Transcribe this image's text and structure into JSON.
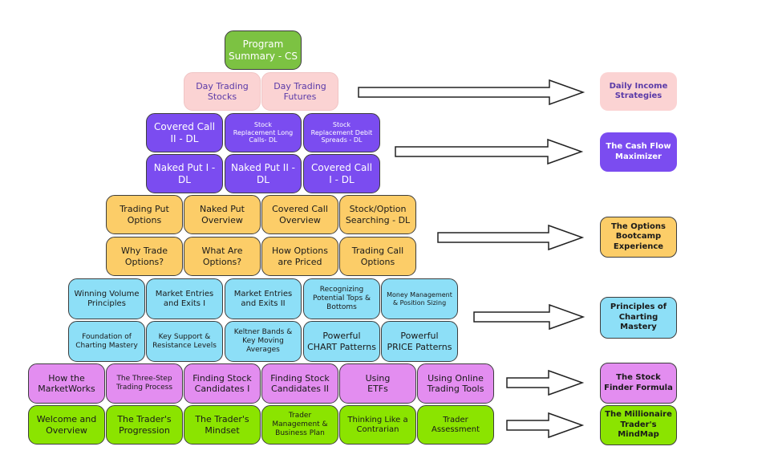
{
  "pyramid": {
    "summary": "Program\nSummary - CS",
    "day_trading": [
      "Day Trading\nStocks",
      "Day Trading\nFutures"
    ],
    "purple_top": [
      "Covered Call\nII - DL",
      "Stock\nReplacement Long\nCalls- DL",
      "Stock\nReplacement  Debit\nSpreads - DL"
    ],
    "purple_bottom": [
      "Naked Put I -\nDL",
      "Naked Put II -\nDL",
      "Covered Call\nI - DL"
    ],
    "orange_top": [
      "Trading Put\nOptions",
      "Naked Put\nOverview",
      "Covered Call\nOverview",
      "Stock/Option\nSearching - DL"
    ],
    "orange_bottom": [
      "Why Trade\nOptions?",
      "What Are\nOptions?",
      "How Options\nare Priced",
      "Trading Call\nOptions"
    ],
    "blue_top": [
      "Winning Volume\nPrinciples",
      "Market Entries\nand Exits I",
      "Market Entries\nand Exits II",
      "Recognizing\nPotential Tops &\nBottoms",
      "Money Management\n& Position Sizing"
    ],
    "blue_bottom": [
      "Foundation of\nCharting Mastery",
      "Key Support &\nResistance Levels",
      "Keltner Bands &\nKey Moving\nAverages",
      "Powerful\nCHART Patterns",
      "Powerful\nPRICE Patterns"
    ],
    "violet": [
      "How the\nMarketWorks",
      "The Three-Step\nTrading Process",
      "Finding Stock\nCandidates I",
      "Finding Stock\nCandidates II",
      "Using\nETFs",
      "Using Online\nTrading Tools"
    ],
    "lime": [
      "Welcome and\nOverview",
      "The Trader's\nProgression",
      "The Trader's\nMindset",
      "Trader\nManagement &\nBusiness Plan",
      "Thinking Like a\nContrarian",
      "Trader\nAssessment"
    ]
  },
  "programs": [
    "Daily Income\nStrategies",
    "The Cash Flow\nMaximizer",
    "The Options\nBootcamp\nExperience",
    "Principles of\nCharting Mastery",
    "The Stock\nFinder Formula",
    "The Millionaire\nTrader's MindMap"
  ],
  "colors": {
    "green": "#7cc242",
    "pink": "#fbd3d3",
    "purple": "#7b4cf0",
    "orange": "#fccd68",
    "blue": "#8ddff7",
    "violet": "#e38df0",
    "lime": "#8be400"
  }
}
